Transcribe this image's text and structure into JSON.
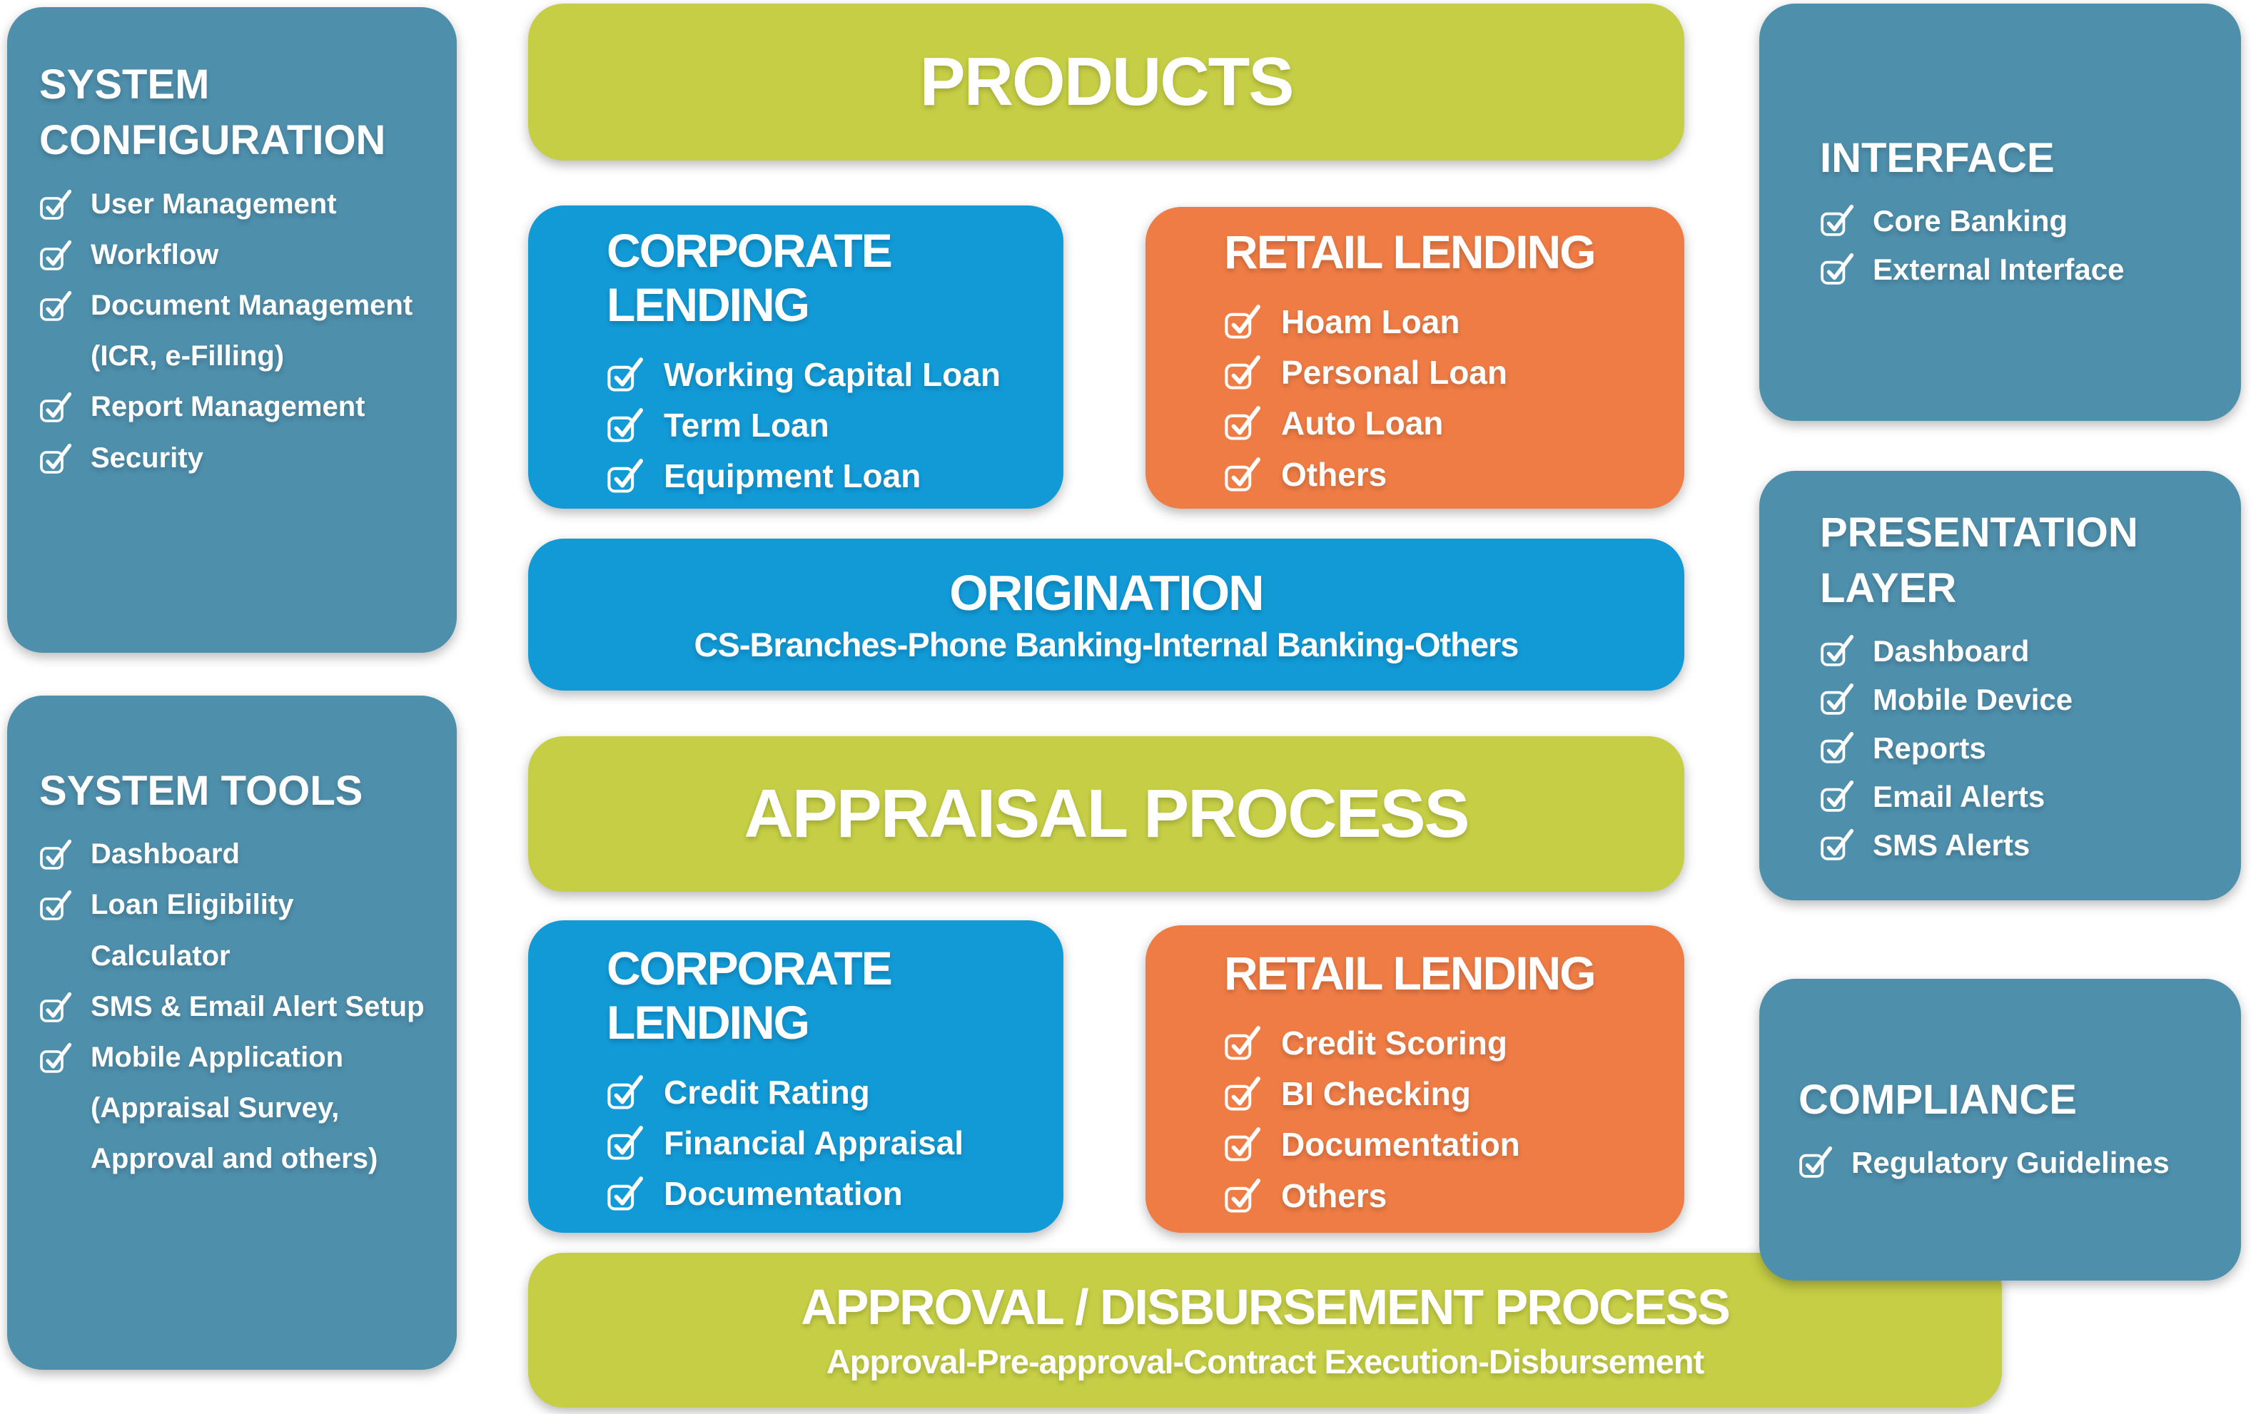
{
  "colors": {
    "teal": "#4E8FAC",
    "blue": "#129AD7",
    "orange": "#EF7C45",
    "lime": "#C5CE45",
    "text": "#FFFFFF",
    "background": "#FFFFFF"
  },
  "left_column": {
    "system_configuration": {
      "title": "SYSTEM CONFIGURATION",
      "items": [
        "User Management",
        "Workflow",
        "Document Management (ICR, e-Filling)",
        "Report Management",
        "Security"
      ]
    },
    "system_tools": {
      "title": "SYSTEM TOOLS",
      "items": [
        "Dashboard",
        "Loan Eligibility Calculator",
        "SMS & Email Alert Setup",
        "Mobile Application (Appraisal Survey, Approval and others)"
      ]
    }
  },
  "center_column": {
    "products_header": {
      "title": "PRODUCTS"
    },
    "corporate_lending_products": {
      "title": "CORPORATE LENDING",
      "items": [
        "Working Capital Loan",
        "Term Loan",
        "Equipment Loan"
      ]
    },
    "retail_lending_products": {
      "title": "RETAIL LENDING",
      "items": [
        "Hoam Loan",
        "Personal Loan",
        "Auto Loan",
        "Others"
      ]
    },
    "origination": {
      "title": "ORIGINATION",
      "subtitle": "CS-Branches-Phone Banking-Internal Banking-Others"
    },
    "appraisal_header": {
      "title": "APPRAISAL PROCESS"
    },
    "corporate_lending_appraisal": {
      "title": "CORPORATE LENDING",
      "items": [
        "Credit Rating",
        "Financial Appraisal",
        "Documentation"
      ]
    },
    "retail_lending_appraisal": {
      "title": "RETAIL LENDING",
      "items": [
        "Credit Scoring",
        "BI Checking",
        "Documentation",
        "Others"
      ]
    },
    "approval_disbursement": {
      "title": "APPROVAL / DISBURSEMENT PROCESS",
      "subtitle": "Approval-Pre-approval-Contract Execution-Disbursement"
    }
  },
  "right_column": {
    "interface": {
      "title": "INTERFACE",
      "items": [
        "Core Banking",
        "External Interface"
      ]
    },
    "presentation_layer": {
      "title": "PRESENTATION LAYER",
      "items": [
        "Dashboard",
        "Mobile Device",
        "Reports",
        "Email Alerts",
        "SMS Alerts"
      ]
    },
    "compliance": {
      "title": "COMPLIANCE",
      "items": [
        "Regulatory Guidelines"
      ]
    }
  }
}
